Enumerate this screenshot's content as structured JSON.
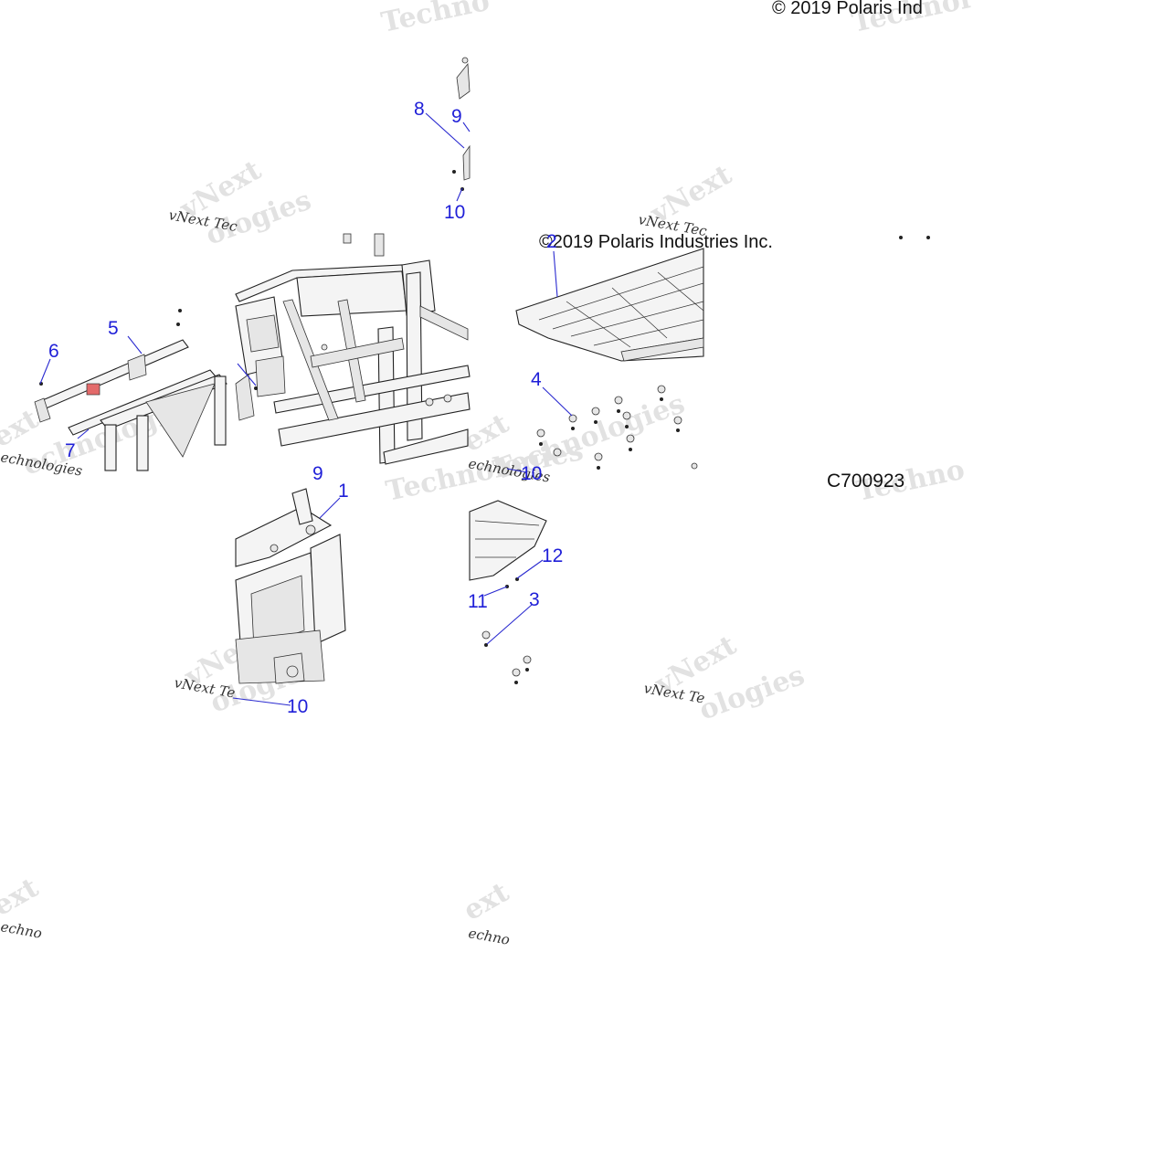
{
  "copyright": {
    "line1": "© 2019 Polaris Ind",
    "line2": "©2019 Polaris Industries Inc."
  },
  "drawing_code": "C700923",
  "watermark": {
    "brand": "vNext",
    "company_a": "Technologies",
    "company_b": "vNext Technologies",
    "fragments": [
      "Techno",
      "Technologies",
      "Technol",
      "ext",
      "echnologies",
      "Techno",
      "vNext Tec",
      "echno",
      "vNext Te",
      "ologies"
    ]
  },
  "callouts": {
    "c1": "1",
    "c2": "2",
    "c3": "3",
    "c4": "4",
    "c5": "5",
    "c6": "6",
    "c7": "7",
    "c8": "8",
    "c9": "9",
    "c10a": "10",
    "c10b": "10",
    "c10c": "10",
    "c11": "11",
    "c12": "12",
    "c9b": "9"
  },
  "colors": {
    "callout": "#1f1fd8",
    "line": "#222222",
    "highlight_part": "#e36a6a"
  }
}
